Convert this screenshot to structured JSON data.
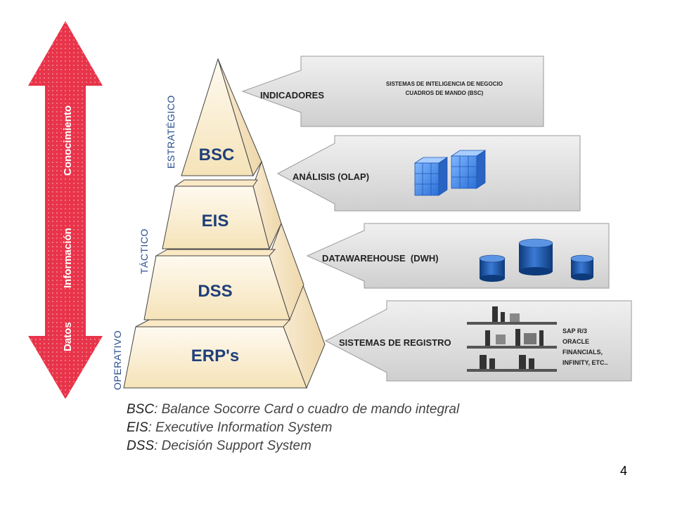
{
  "axis_arrow": {
    "labels": [
      "Datos",
      "Información",
      "Conocimiento"
    ],
    "color": "#e8344a"
  },
  "levels": [
    "ESTRATÉGICO",
    "TÁCTICO",
    "OPERATIVO"
  ],
  "pyramid": {
    "tiers": [
      "BSC",
      "EIS",
      "DSS",
      "ERP's"
    ],
    "text_color": "#1f3f7a",
    "face_color": "#fdf2d6"
  },
  "arrows": [
    {
      "label": "INDICADORES",
      "detail": [
        "SISTEMAS DE INTELIGENCIA DE NEGOCIO",
        "CUADROS DE MANDO (BSC)"
      ]
    },
    {
      "label": "ANÁLISIS (OLAP)",
      "icon": "olap-cube-icon"
    },
    {
      "label": "DATAWAREHOUSE  (DWH)",
      "icon": "database-cylinder-icon"
    },
    {
      "label": "SISTEMAS DE REGISTRO",
      "icon": "server-racks-icon",
      "detail": [
        "SAP R/3",
        "ORACLE",
        "FINANCIALS,",
        "INFINITY, ETC.."
      ]
    }
  ],
  "legend": [
    {
      "abbr": "BSC",
      "text": ": Balance Socorre Card o cuadro de mando integral"
    },
    {
      "abbr": "EIS",
      "text": ": Executive Information System"
    },
    {
      "abbr": "DSS",
      "text": ": Decisión Support System"
    }
  ],
  "page_number": "4"
}
